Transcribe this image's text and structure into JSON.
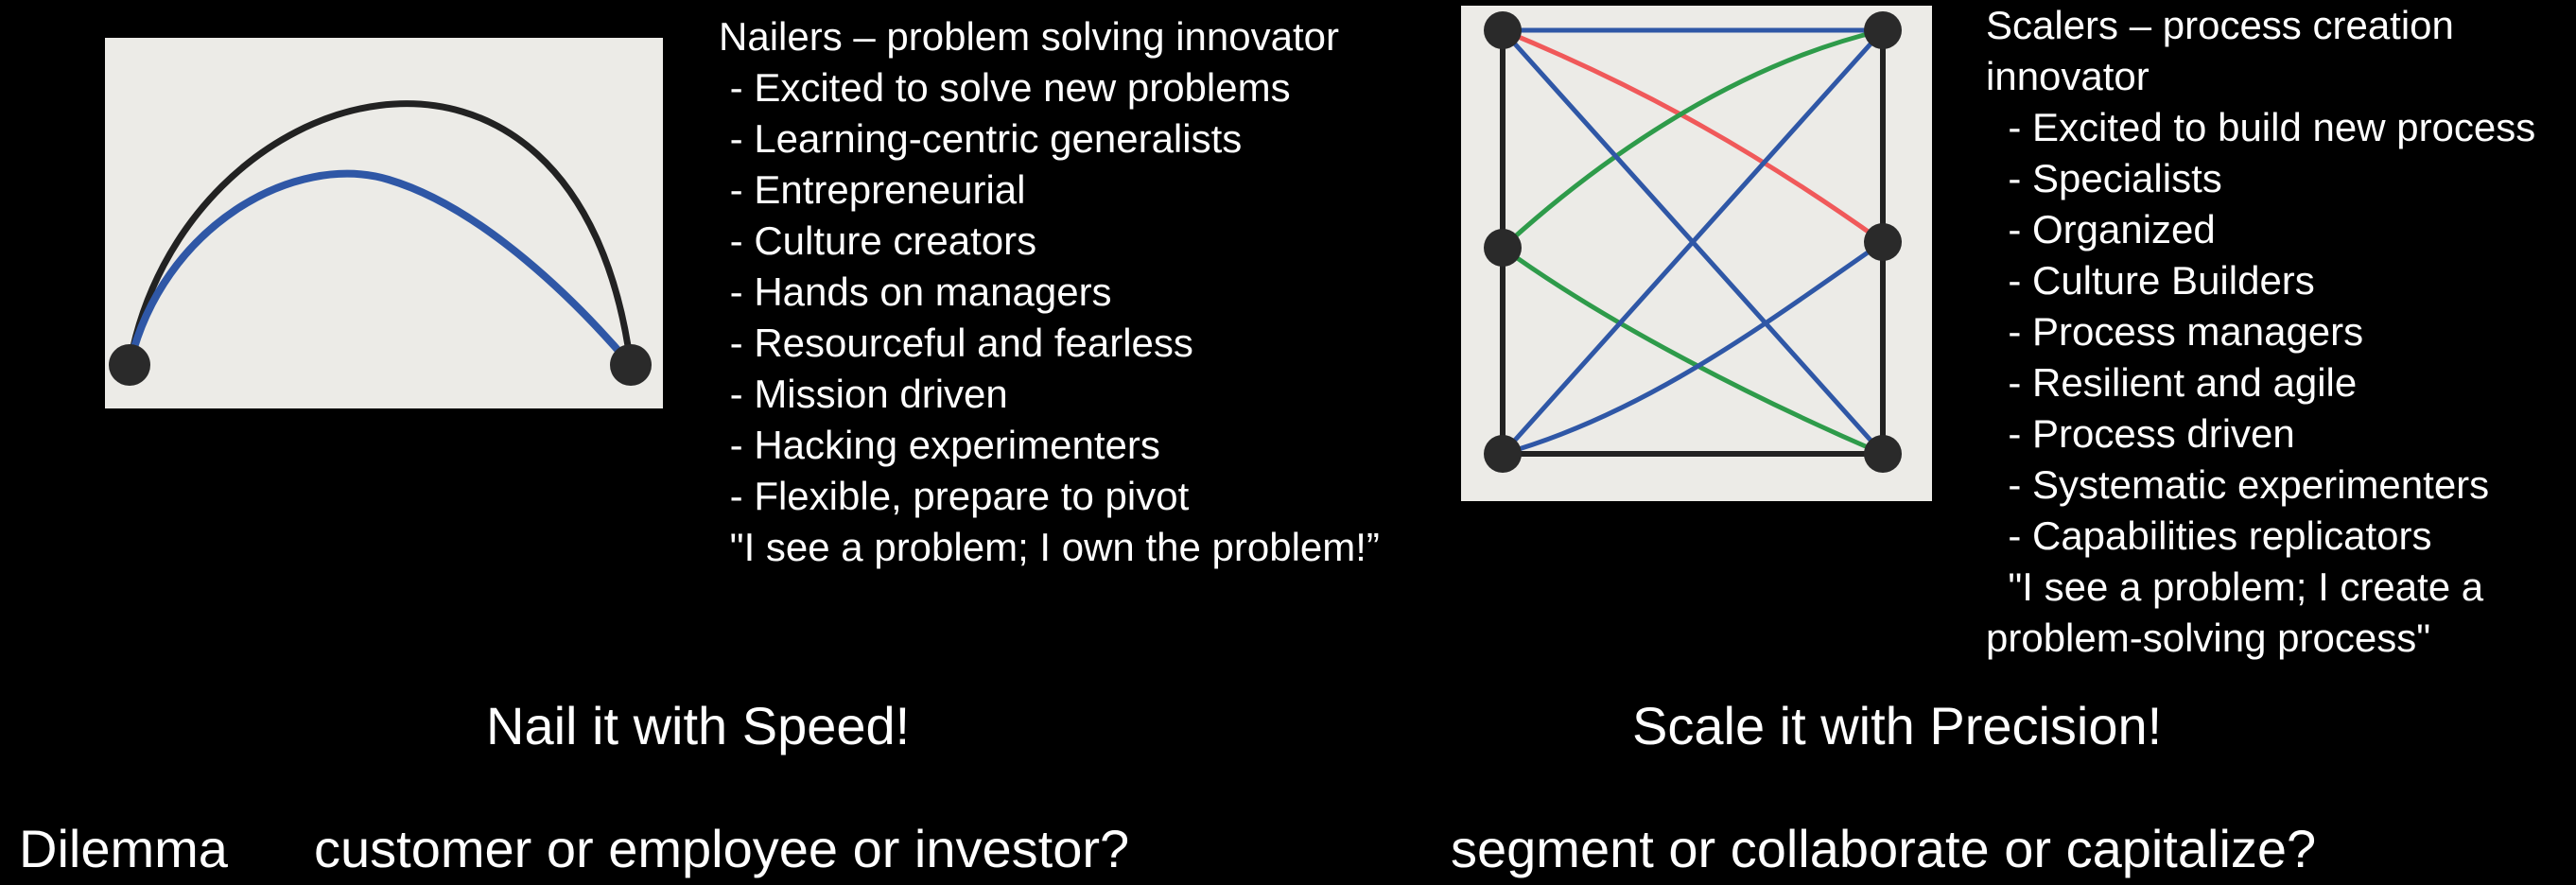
{
  "colors": {
    "background": "#000000",
    "text": "#ffffff",
    "panel": "#ecebe7",
    "node": "#2a2a2a",
    "black_line": "#222222",
    "blue_line": "#2f57a6",
    "red_line": "#f0595a",
    "green_line": "#2e9b4a"
  },
  "nailers": {
    "lines": [
      "Nailers – problem solving innovator",
      " - Excited to solve new problems",
      " - Learning-centric generalists",
      " - Entrepreneurial",
      " - Culture creators",
      " - Hands on managers",
      " - Resourceful and fearless",
      " - Mission driven",
      " - Hacking experimenters",
      " - Flexible, prepare to pivot",
      " \"I see a problem; I own the problem!”"
    ],
    "slogan": "Nail it with Speed!"
  },
  "scalers": {
    "lines": [
      "Scalers – process creation",
      "innovator",
      "  - Excited to build new process",
      "  - Specialists",
      "  - Organized",
      "  - Culture Builders",
      "  - Process managers",
      "  - Resilient and agile",
      "  - Process driven",
      "  - Systematic experimenters",
      "  - Capabilities replicators",
      "  \"I see a problem; I create a",
      "problem-solving process\""
    ],
    "slogan": "Scale it with Precision!"
  },
  "dilemma": {
    "label": "Dilemma",
    "left": "customer or employee or investor?",
    "right": "segment or collaborate or capitalize?"
  }
}
